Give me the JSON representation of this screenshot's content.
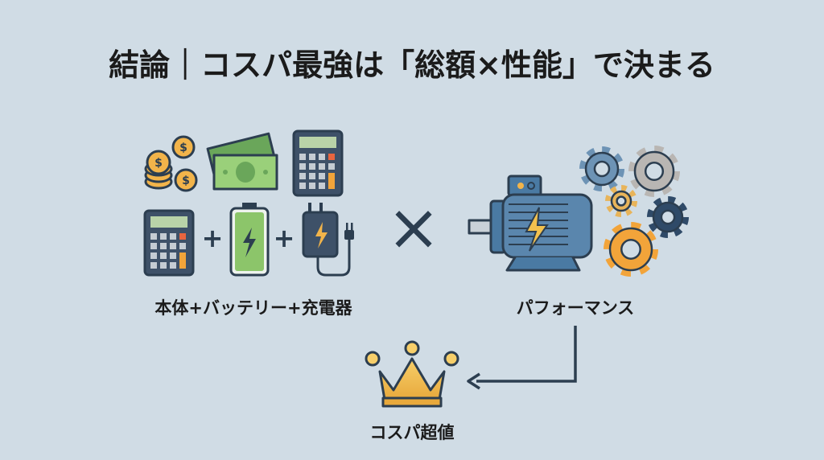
{
  "title": "結論｜コスパ最強は「総額×性能」で決まる",
  "left_label": "本体+バッテリー+充電器",
  "right_label": "パフォーマンス",
  "result_label": "コスパ超値",
  "operator": "×",
  "plus": "+",
  "coin_symbol": "$",
  "colors": {
    "background": "#d0dce5",
    "outline": "#2c3e50",
    "gold": "#f2b44a",
    "green": "#8cc56a",
    "motor_blue": "#5a86ad",
    "text": "#1b1b1b"
  }
}
